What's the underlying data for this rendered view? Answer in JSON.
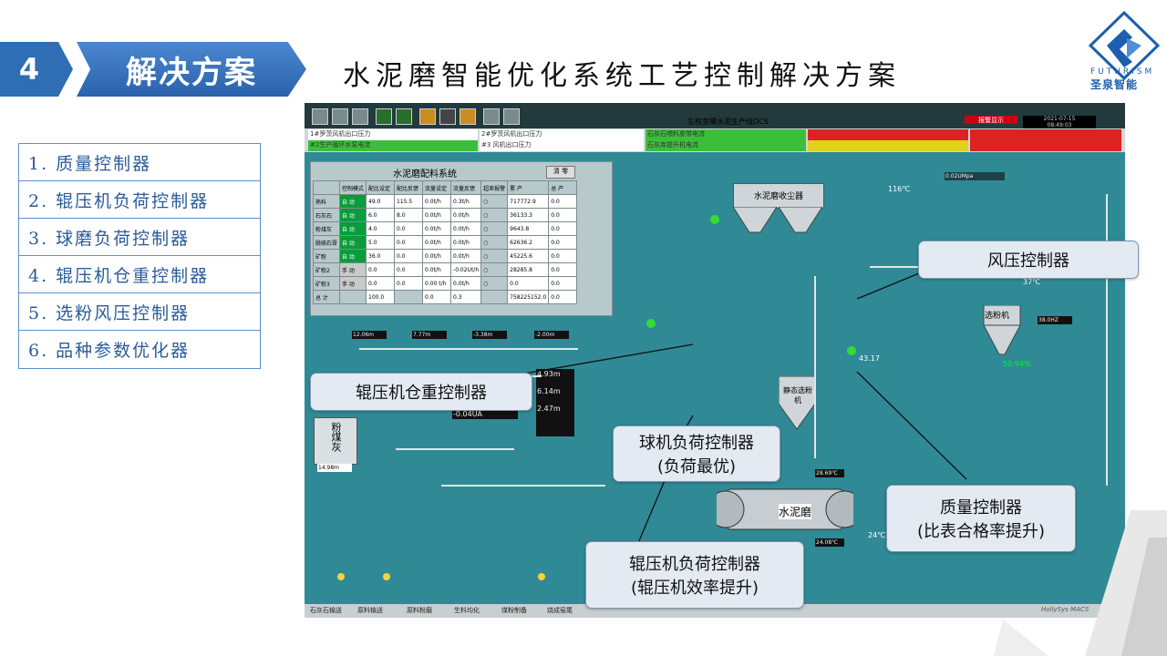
{
  "header": {
    "number": "4",
    "section_title": "解决方案",
    "main_title": "水泥磨智能优化系统工艺控制解决方案"
  },
  "logo": {
    "text_en": "FUTURISM",
    "text_cn": "圣泉智能"
  },
  "list": [
    "1. 质量控制器",
    "2. 辊压机负荷控制器",
    "3. 球磨负荷控制器",
    "4. 辊压机仓重控制器",
    "5. 选粉风压控制器",
    "6. 品种参数优化器"
  ],
  "screen": {
    "title": "左权金隅水泥生产线DCS",
    "alarm_label": "报警显示",
    "date": "2021-07-15",
    "time": "08:49:03",
    "status": [
      "1#罗茨风机出口压力",
      "2#罗茨风机出口压力",
      "#2生产循环水泵电流",
      "#3 风机出口压力",
      "石灰石喂料皮带电流",
      "石灰库提升机电流"
    ],
    "table": {
      "title": "水泥磨配料系统",
      "button": "清 零",
      "headers": [
        "",
        "控制模式",
        "配比设定",
        "配比反馈",
        "流量设定",
        "流量反馈",
        "超差报警",
        "累 产",
        "总 产"
      ],
      "rows": [
        [
          "熟料",
          "自 动",
          "49.0",
          "115.5",
          "0.0t/h",
          "0.3t/h",
          "717772.9",
          "0.0"
        ],
        [
          "石灰石",
          "自 动",
          "6.0",
          "8.0",
          "0.0t/h",
          "0.0t/h",
          "36133.3",
          "0.0"
        ],
        [
          "粉煤灰",
          "自 动",
          "4.0",
          "0.0",
          "0.0t/h",
          "0.0t/h",
          "9643.8",
          "0.0"
        ],
        [
          "脱硫石膏",
          "自 动",
          "5.0",
          "0.0",
          "0.0t/h",
          "0.0t/h",
          "62636.2",
          "0.0"
        ],
        [
          "矿粉",
          "自 动",
          "36.0",
          "0.0",
          "0.0t/h",
          "0.0t/h",
          "45225.6",
          "0.0"
        ],
        [
          "矿粉2",
          "手 动",
          "0.0",
          "0.0",
          "0.0t/h",
          "-0.02Ut/h",
          "28285.8",
          "0.0"
        ],
        [
          "矿粉3",
          "手 动",
          "0.0",
          "0.0",
          "0.00 t/h",
          "0.0t/h",
          "0.0",
          "0.0"
        ],
        [
          "总 计",
          "",
          "100.0",
          "",
          "0.0",
          "0.3",
          "758225152.0",
          "0.0"
        ]
      ]
    },
    "readouts": {
      "r1": "12.06m",
      "r2": "7.77m",
      "r3": "-3.38m",
      "r4": "-2.00m",
      "temp1": "116℃",
      "temp2": "37℃",
      "press1": "0.02UMpa",
      "hz": "38.0HZ",
      "pct": "50.94%",
      "v1": "43.17",
      "bin1": "4.93m",
      "bin2": "6.14m",
      "bin3": "2.47m",
      "cur": "-0.04UA",
      "t1": "28.69℃",
      "t2": "24.08℃",
      "t3": "24℃",
      "silo_label": "粉煤灰",
      "silo_level": "14.98m",
      "mill_label": "水泥磨",
      "sep_label": "选粉机",
      "dust_label": "水泥磨收尘器",
      "static_sep": "静态选粉机"
    },
    "tabs": [
      "石灰石输送",
      "原料输送",
      "原料粉磨",
      "生料均化",
      "煤粉制备",
      "烧成窑尾",
      "HollySys MACS"
    ]
  },
  "callouts": {
    "wind": "风压控制器",
    "bin": "辊压机仓重控制器",
    "ball": [
      "球机负荷控制器",
      "(负荷最优)"
    ],
    "quality": [
      "质量控制器",
      "(比表合格率提升)"
    ],
    "roller": [
      "辊压机负荷控制器",
      "(辊压机效率提升)"
    ]
  }
}
